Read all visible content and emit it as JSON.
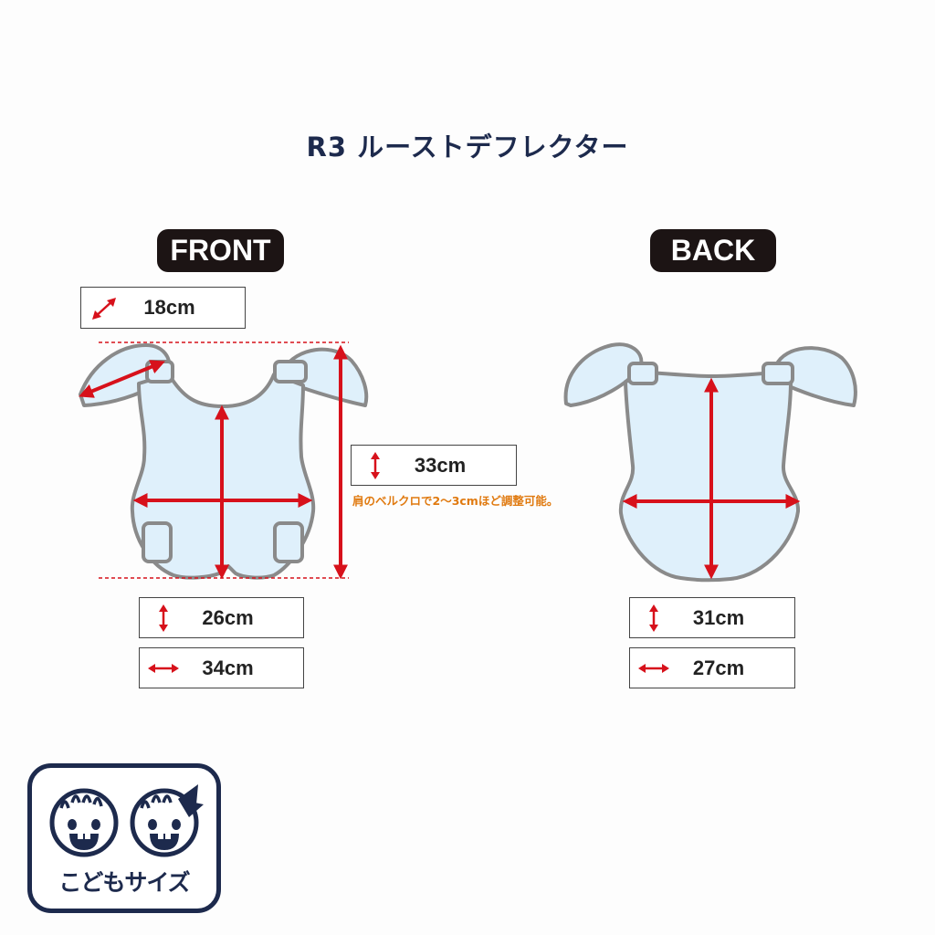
{
  "title": "R3 ルーストデフレクター",
  "front": {
    "label": "FRONT",
    "shoulder": "18cm",
    "total_length": "33cm",
    "adjust_note": "肩のベルクロで2～3cmほど調整可能。",
    "height": "26cm",
    "width": "34cm"
  },
  "back": {
    "label": "BACK",
    "height": "31cm",
    "width": "27cm"
  },
  "badge": {
    "label": "こどもサイズ"
  },
  "colors": {
    "arrow": "#d7111b",
    "guard_fill": "#dff0fb",
    "guard_stroke": "#8a8a8a",
    "navy": "#1d2a4d",
    "note": "#e07a10"
  },
  "icons": {
    "diagonal": "diagonal-double-arrow-icon",
    "vertical": "vertical-double-arrow-icon",
    "horizontal": "horizontal-double-arrow-icon"
  }
}
